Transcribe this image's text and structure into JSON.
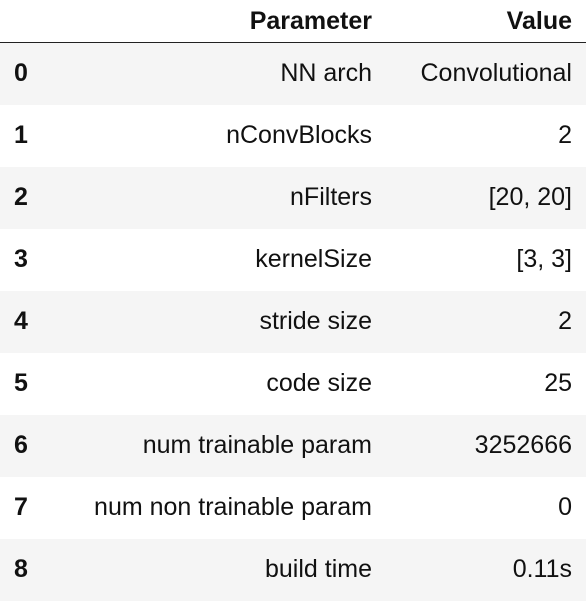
{
  "table": {
    "columns": [
      "",
      "Parameter",
      "Value"
    ],
    "rows": [
      {
        "index": "0",
        "parameter": "NN arch",
        "value": "Convolutional"
      },
      {
        "index": "1",
        "parameter": "nConvBlocks",
        "value": "2"
      },
      {
        "index": "2",
        "parameter": "nFilters",
        "value": "[20, 20]"
      },
      {
        "index": "3",
        "parameter": "kernelSize",
        "value": "[3, 3]"
      },
      {
        "index": "4",
        "parameter": "stride size",
        "value": "2"
      },
      {
        "index": "5",
        "parameter": "code size",
        "value": "25"
      },
      {
        "index": "6",
        "parameter": "num trainable param",
        "value": "3252666"
      },
      {
        "index": "7",
        "parameter": "num non trainable param",
        "value": "0"
      },
      {
        "index": "8",
        "parameter": "build time",
        "value": "0.11s"
      }
    ]
  },
  "colors": {
    "stripe": "#f5f5f5",
    "text": "#111111",
    "header_rule": "#222222"
  }
}
